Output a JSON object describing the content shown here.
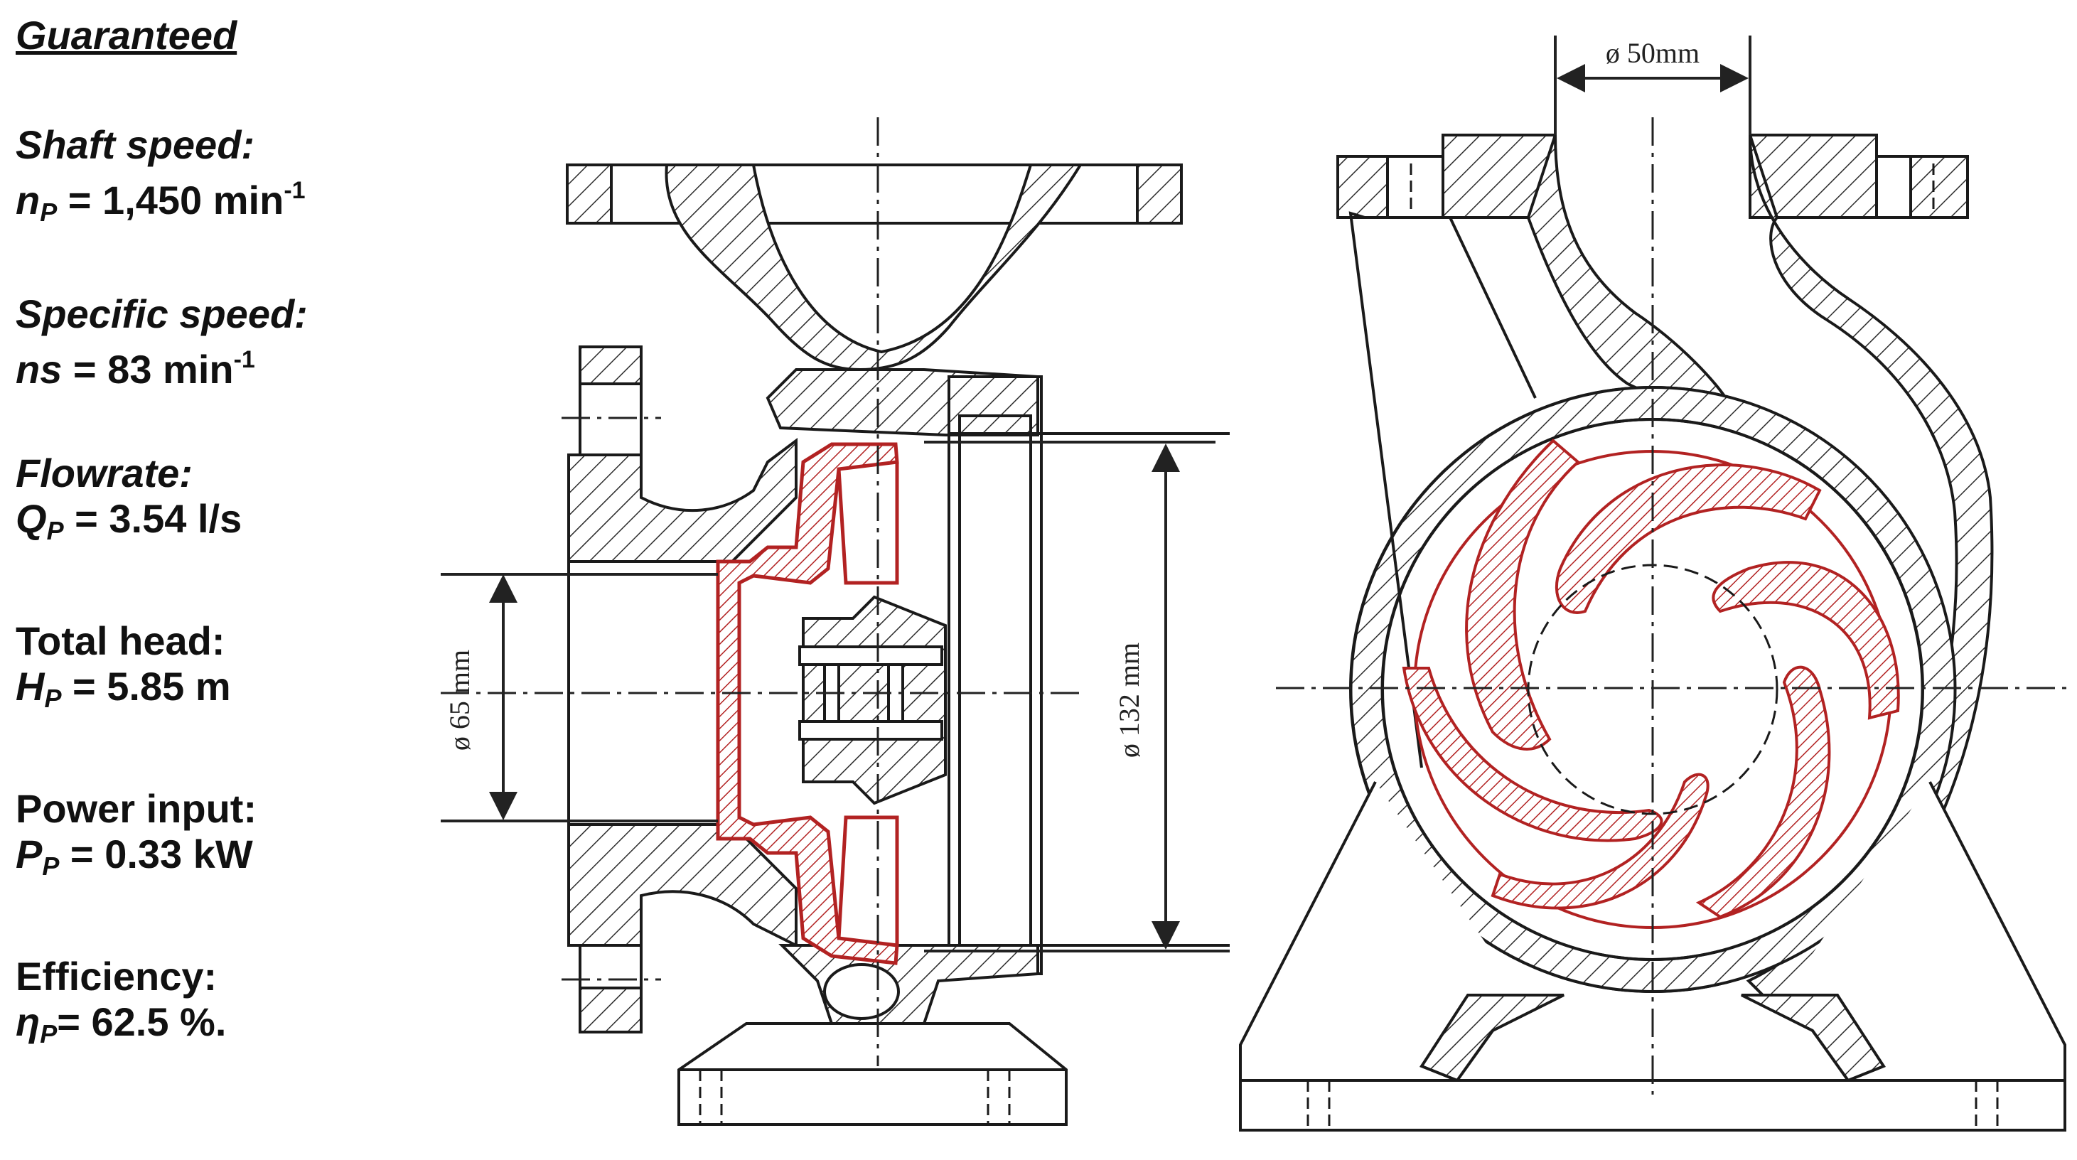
{
  "spec": {
    "heading": "Guaranteed",
    "items": [
      {
        "label": "Shaft speed:",
        "symbol": "n",
        "subscript": "P",
        "eq": " = 1,450 min",
        "sup": "-1",
        "italic_label": true
      },
      {
        "label": "Specific speed:",
        "symbol": "ns",
        "subscript": "",
        "eq": " = 83 min",
        "sup": "-1",
        "italic_label": true
      },
      {
        "label": "Flowrate:",
        "symbol": "Q",
        "subscript": "P",
        "eq": " = 3.54 l/s",
        "sup": "",
        "italic_label": true
      },
      {
        "label": "Total head:",
        "symbol": "H",
        "subscript": "P",
        "eq": " = 5.85 m",
        "sup": "",
        "italic_label": false
      },
      {
        "label": "Power input:",
        "symbol": "P",
        "subscript": "P",
        "eq": " = 0.33 kW",
        "sup": "",
        "italic_label": false
      },
      {
        "label": "Efficiency:",
        "symbol": "η",
        "subscript": "P",
        "eq": "= 62.5 %.",
        "sup": "",
        "italic_label": false
      }
    ]
  },
  "dimensions": {
    "outlet_diameter": "ø 50mm",
    "inlet_diameter": "ø 65 mm",
    "impeller_diameter": "ø 132 mm"
  },
  "colors": {
    "casing_line": "#1a1a1a",
    "impeller": "#b22222",
    "hatch": "#333333"
  }
}
